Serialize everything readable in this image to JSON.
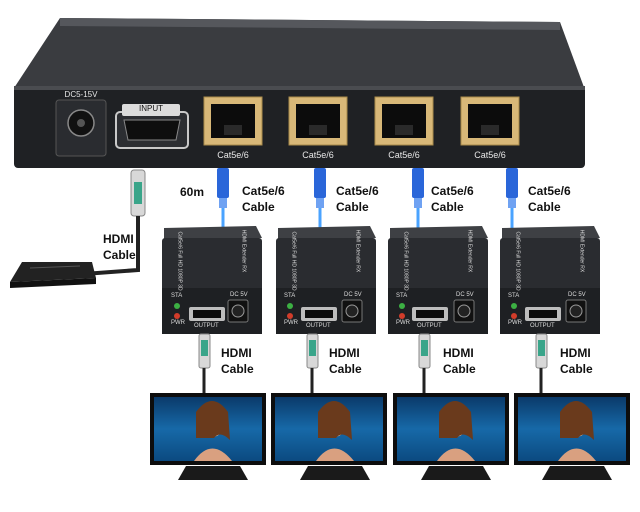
{
  "transmitter": {
    "power_label": "DC5-15V",
    "input_label": "INPUT",
    "ports": [
      "Cat5e/6",
      "Cat5e/6",
      "Cat5e/6",
      "Cat5e/6"
    ]
  },
  "distance_label": "60m",
  "cat_cable_label": [
    "Cat5e/6",
    "Cable"
  ],
  "hdmi_cable_label": [
    "HDMI",
    "Cable"
  ],
  "receiver": {
    "top_text": "HDMI Extender RX",
    "side_text": "Cat5e/6 Full HD 1080P 3D",
    "sta_label": "STA",
    "pwr_label": "PWR",
    "output_label": "OUTPUT",
    "dc_label": "DC 5V"
  },
  "receiver_count": 4,
  "display_count": 4
}
